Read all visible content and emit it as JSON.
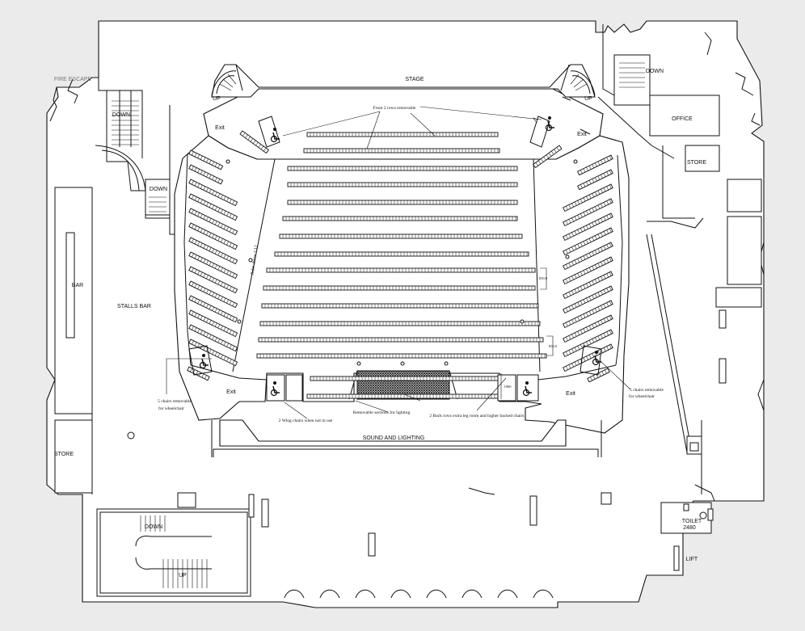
{
  "labels": {
    "stage": "STAGE",
    "fire_escape": "FIRE ESCAPE",
    "down_left": "DOWN",
    "down_lobby": "DOWN",
    "up_left": "UP",
    "up_right": "UP",
    "down_right": "DOWN",
    "down_bottom": "DOWN",
    "up_bottom": "UP",
    "office": "OFFICE",
    "store_right": "STORE",
    "bar": "BAR",
    "stalls_bar": "STALLS BAR",
    "store_left": "STORE",
    "sound_lighting": "SOUND AND LIGHTING",
    "exit_top_left": "Exit",
    "exit_top_right": "Exit",
    "exit_bottom_left": "Exit",
    "exit_bottom_right": "Exit",
    "toilet": "TOILET",
    "toilet_size": "2480",
    "lift": "LIFT"
  },
  "notes": {
    "front_rows": "Front 2 rows removable",
    "rake": "Rake above 1:12",
    "chairs_left_1": "5 chairs removable",
    "chairs_left_2": "for wheelchair",
    "chairs_right_1": "5 chairs removable",
    "chairs_right_2": "for wheelchair",
    "wing_chairs": "2 Wing chairs when not in use",
    "removable_sections": "Removable sections for lighting",
    "back_rows": "2 Back rows extra leg room and higher backed chairs"
  },
  "dimensions": {
    "dim_1": "850.0",
    "dim_2": "850.0",
    "dim_3": "1900"
  },
  "colors": {
    "background": "#ebebeb",
    "line": "#111111",
    "fill": "#ffffff",
    "hatch": "#333333"
  }
}
